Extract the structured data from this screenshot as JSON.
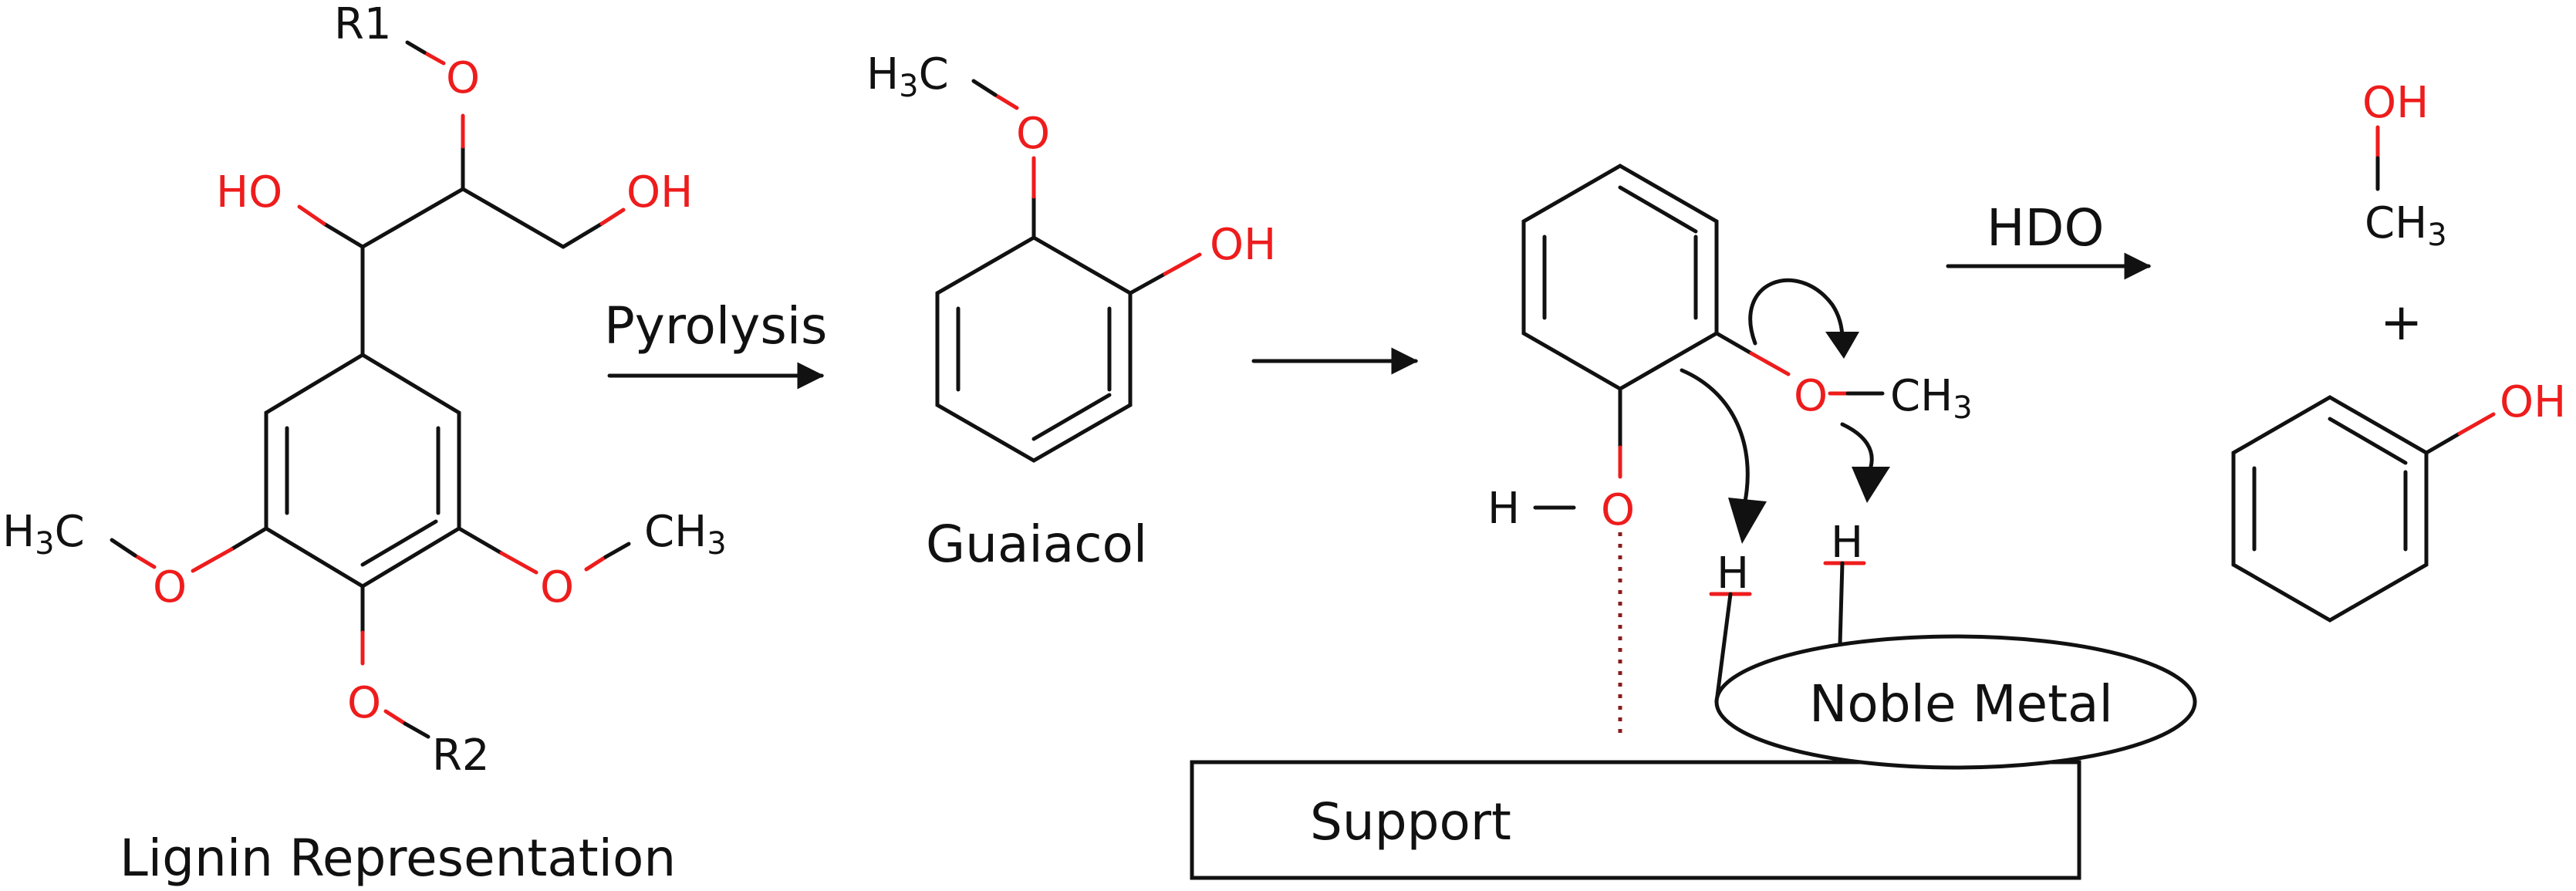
{
  "labels": {
    "lignin": "Lignin Representation",
    "pyrolysis": "Pyrolysis",
    "guaiacol": "Guaiacol",
    "hdo": "HDO",
    "plus": "+",
    "noble_metal": "Noble Metal",
    "support": "Support"
  },
  "atoms": {
    "R1": "R1",
    "R2": "R2",
    "O": "O",
    "OH": "OH",
    "HO": "HO",
    "H": "H",
    "C": "C",
    "CH": "CH",
    "sub3": "3"
  },
  "colors": {
    "bond": "#111111",
    "heteroatom": "#ee1c1c"
  }
}
